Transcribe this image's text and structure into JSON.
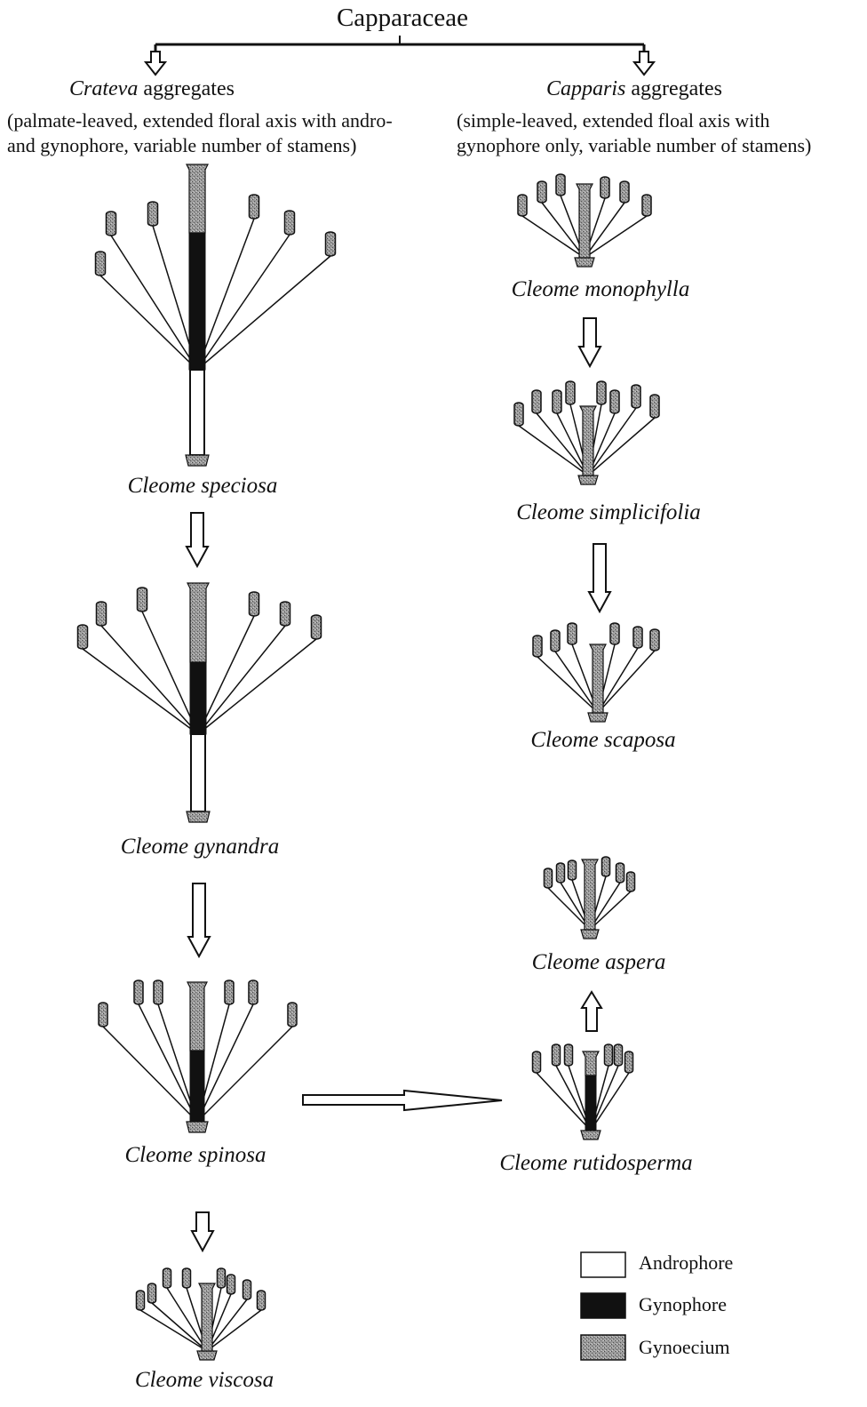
{
  "title": "Capparaceae",
  "left_group": {
    "name": "Crateva",
    "suffix": "aggregates",
    "desc_line1": "(palmate-leaved, extended floral axis with andro-",
    "desc_line2": "and gynophore, variable number of stamens)"
  },
  "right_group": {
    "name": "Capparis",
    "suffix": "aggregates",
    "desc_line1": "(simple-leaved, extended floal axis with",
    "desc_line2": "gynophore only, variable number of stamens)"
  },
  "species": {
    "speciosa": "Cleome speciosa",
    "gynandra": "Cleome gynandra",
    "spinosa": "Cleome spinosa",
    "viscosa": "Cleome viscosa",
    "monophylla": "Cleome monophylla",
    "simplicifolia": "Cleome simplicifolia",
    "scaposa": "Cleome scaposa",
    "aspera": "Cleome aspera",
    "rutidosperma": "Cleome rutidosperma"
  },
  "legend": {
    "androphore": "Androphore",
    "gynophore": "Gynophore",
    "gynoecium": "Gynoecium"
  },
  "colors": {
    "androphore": "#ffffff",
    "gynophore": "#111111",
    "gynoecium": "#8a8a8a",
    "line": "#111111"
  }
}
